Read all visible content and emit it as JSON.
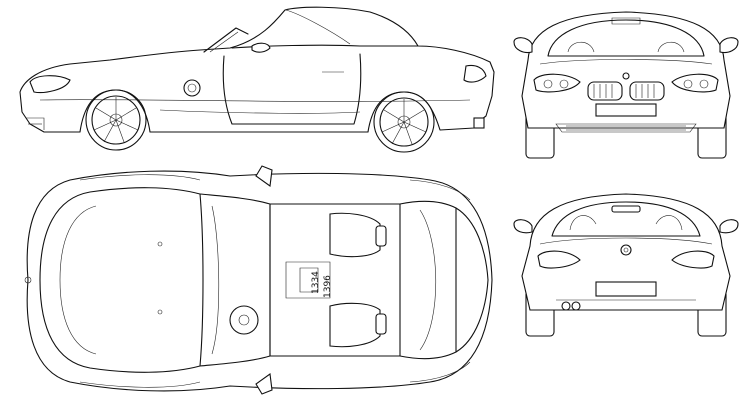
{
  "blueprint": {
    "views": [
      "side-view",
      "front-view",
      "top-view",
      "rear-view"
    ],
    "dimensions": {
      "width_with_mirrors": "1334",
      "width_body": "1396"
    }
  }
}
